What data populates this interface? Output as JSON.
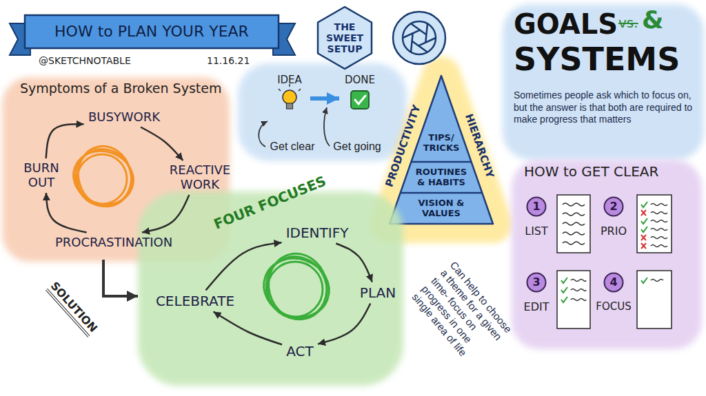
{
  "diagram": {
    "title": "HOW to PLAN YOUR YEAR",
    "nodes": [
      {
        "text": [
          "Symptoms of a Broken System"
        ]
      },
      {
        "text": [
          "BUSYWORK"
        ],
        "in": 0
      },
      {
        "text": [
          "REACTIVE WORK"
        ],
        "in": 0
      },
      {
        "text": [
          "PROCRASTINATION"
        ],
        "in": 0
      },
      {
        "text": [
          "BURN OUT"
        ],
        "in": 0
      },
      {
        "text": [
          "THE SWEET SETUP"
        ]
      },
      {
        "text": [
          "IDEA"
        ]
      },
      {
        "text": [
          "DONE"
        ]
      },
      {
        "text": [
          "PRODUCTIVITY",
          "HIERARCHY"
        ]
      },
      {
        "text": [
          "TIPS/ TRICKS"
        ],
        "in": 8
      },
      {
        "text": [
          "ROUTINES & HABITS"
        ],
        "in": 8
      },
      {
        "text": [
          "VISION & VALUES"
        ],
        "in": 8
      },
      {
        "text": [
          "GOALS",
          "vs.",
          "&",
          "SYSTEMS",
          "Sometimes people ask which to focus on, but the answer is that both are required to make progress that matters"
        ]
      },
      {
        "text": [
          "FOUR FOCUSES"
        ]
      },
      {
        "text": [
          "IDENTIFY"
        ],
        "in": 13
      },
      {
        "text": [
          "PLAN"
        ],
        "in": 13
      },
      {
        "text": [
          "ACT"
        ],
        "in": 13
      },
      {
        "text": [
          "CELEBRATE"
        ],
        "in": 13
      },
      {
        "text": [
          "HOW to GET CLEAR"
        ]
      },
      {
        "text": [
          "1",
          "LIST"
        ],
        "in": 18
      },
      {
        "text": [
          "2",
          "PRIO"
        ],
        "in": 18
      },
      {
        "text": [
          "3",
          "EDIT"
        ],
        "in": 18
      },
      {
        "text": [
          "4",
          "FOCUS"
        ],
        "in": 18
      }
    ],
    "edges": [
      {
        "from": 1,
        "to": 2,
        "arrow": "to"
      },
      {
        "from": 2,
        "to": 3,
        "arrow": "to"
      },
      {
        "from": 3,
        "to": 4,
        "arrow": "to"
      },
      {
        "from": 4,
        "to": 1,
        "arrow": "to"
      },
      {
        "from": 0,
        "to": 13,
        "arrow": "to",
        "label": "SOLUTION"
      },
      {
        "from": 6,
        "to": 7,
        "arrow": "to"
      },
      {
        "from": 14,
        "to": 15,
        "arrow": "to"
      },
      {
        "from": 15,
        "to": 16,
        "arrow": "to"
      },
      {
        "from": 16,
        "to": 17,
        "arrow": "to"
      },
      {
        "from": 17,
        "to": 14,
        "arrow": "to"
      }
    ],
    "labels": [
      "@SKETCHNOTABLE",
      "11.16.21",
      "Get clear",
      "Get going",
      "Can help to choose a theme for a given time- focus on progress in one single area of life"
    ]
  }
}
